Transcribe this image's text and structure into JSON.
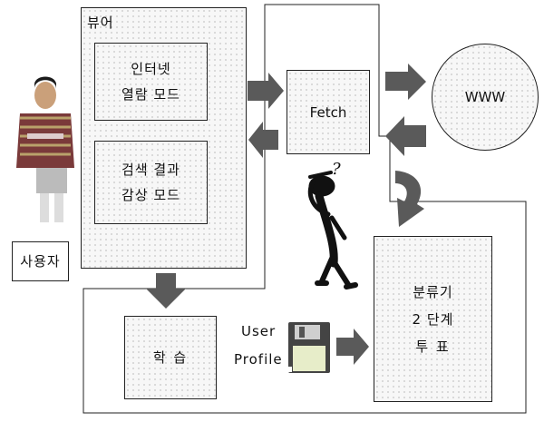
{
  "viewer": {
    "title": "뷰어"
  },
  "modes": {
    "internet_browsing": [
      "인터넷",
      "열람 모드"
    ],
    "search_results": [
      "검색 결과",
      "감상 모드"
    ]
  },
  "user": {
    "label": "사용자"
  },
  "fetch": {
    "label": "Fetch"
  },
  "www": {
    "label": "WWW"
  },
  "learning": {
    "label": "학 습"
  },
  "user_profile": {
    "line1": "User",
    "line2": "Profile"
  },
  "classifier": {
    "lines": [
      "분류기",
      "2 단계",
      "투 표"
    ]
  },
  "question_mark": "?",
  "colors": {
    "arrow": "#5a5a5a",
    "line": "#222222",
    "dots": "#d2d2d2"
  },
  "icons": [
    "person-photo",
    "thinking-figure-icon",
    "floppy-disk-icon"
  ]
}
